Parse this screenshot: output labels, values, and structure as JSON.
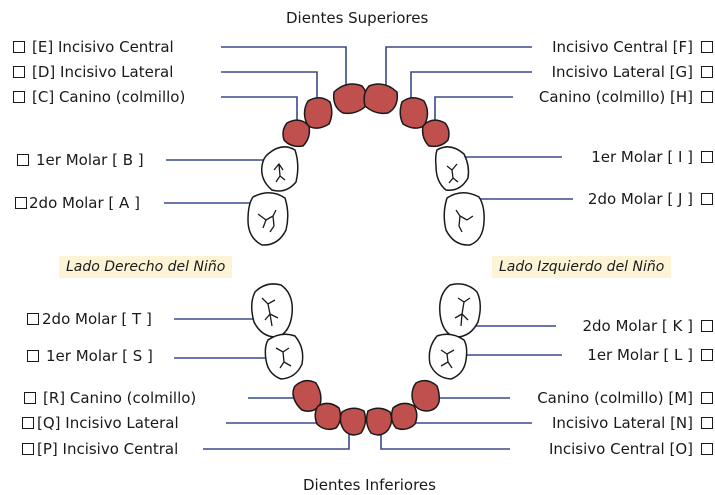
{
  "titles": {
    "top": "Dientes Superiores",
    "bottom": "Dientes Inferiores"
  },
  "sides": {
    "left": "Lado Derecho del Niño",
    "right": "Lado Izquierdo del Niño"
  },
  "colors": {
    "incisor_canine": "#c0504d",
    "molar": "#ffffff",
    "leader_line": "#3a4a8a",
    "side_label_bg": "#fdf3d6"
  },
  "teeth": {
    "E": "[E] Incisivo Central",
    "D": "[D] Incisivo Lateral",
    "C": "[C] Canino (colmillo)",
    "B": "1er Molar [ B ]",
    "A": "2do Molar [ A ]",
    "F": "Incisivo Central [F]",
    "G": "Incisivo Lateral [G]",
    "H": "Canino (colmillo) [H]",
    "I": "1er Molar [ I ]",
    "J": "2do Molar [ J ]",
    "T": "2do Molar [ T ]",
    "S": "1er Molar [ S ]",
    "R": "[R] Canino (colmillo)",
    "Q": "[Q] Incisivo Lateral",
    "P": "[P] Incisivo Central",
    "K": "2do Molar [ K ]",
    "L": "1er Molar [ L ]",
    "M": "Canino (colmillo) [M]",
    "N": "Incisivo Lateral [N]",
    "O": "Incisivo Central [O]"
  }
}
